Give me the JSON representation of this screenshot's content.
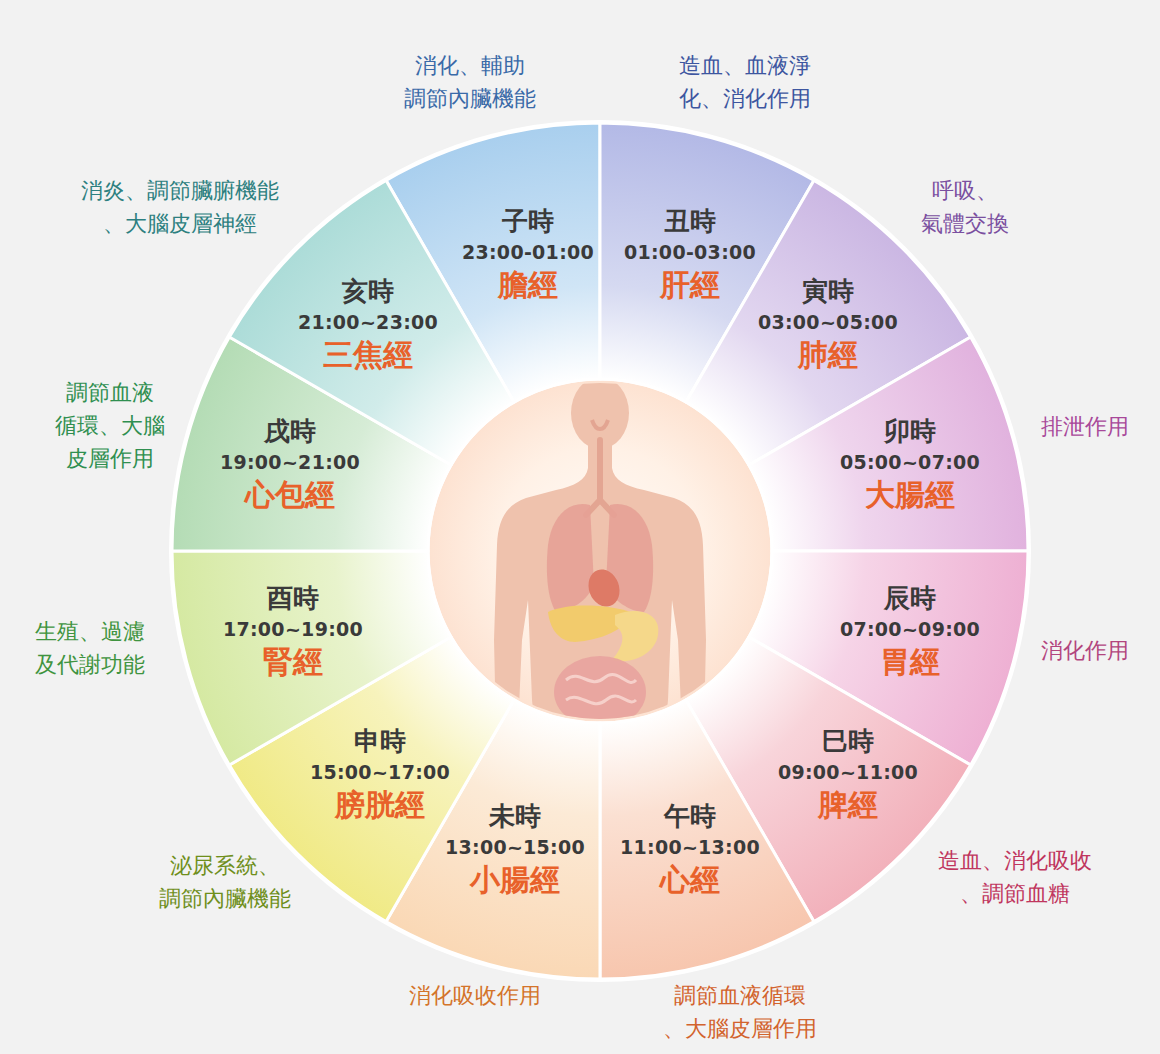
{
  "diagram": {
    "nodes": [
      {
        "text": [
          "子時",
          "23:00-01:00",
          "膽經"
        ]
      },
      {
        "text": [
          "丑時",
          "01:00-03:00",
          "肝經"
        ]
      },
      {
        "text": [
          "寅時",
          "03:00~05:00",
          "肺經"
        ]
      },
      {
        "text": [
          "卯時",
          "05:00~07:00",
          "大腸經"
        ]
      },
      {
        "text": [
          "辰時",
          "07:00~09:00",
          "胃經"
        ]
      },
      {
        "text": [
          "巳時",
          "09:00~11:00",
          "脾經"
        ]
      },
      {
        "text": [
          "午時",
          "11:00~13:00",
          "心經"
        ]
      },
      {
        "text": [
          "未時",
          "13:00~15:00",
          "小腸經"
        ]
      },
      {
        "text": [
          "申時",
          "15:00~17:00",
          "膀胱經"
        ]
      },
      {
        "text": [
          "酉時",
          "17:00~19:00",
          "腎經"
        ]
      },
      {
        "text": [
          "戌時",
          "19:00~21:00",
          "心包經"
        ]
      },
      {
        "text": [
          "亥時",
          "21:00~23:00",
          "三焦經"
        ]
      }
    ],
    "labels": [
      "消化、輔助 調節內臟機能",
      "造血、血液淨 化、消化作用",
      "呼吸、 氣體交換",
      "排泄作用",
      "消化作用",
      "造血、消化吸收 、調節血糖",
      "調節血液循環 、大腦皮層作用",
      "消化吸收作用",
      "泌尿系統、 調節內臟機能",
      "生殖、過濾 及代謝功能",
      "調節血液 循環、大腦 皮層作用",
      "消炎、調節臟腑機能 、大腦皮層神經"
    ]
  }
}
